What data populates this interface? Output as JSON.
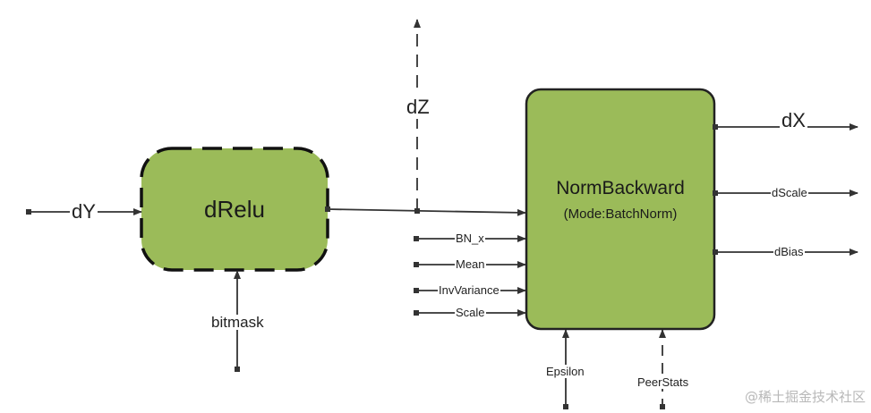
{
  "nodes": {
    "drelu": {
      "label": "dRelu"
    },
    "normbackward": {
      "title": "NormBackward",
      "subtitle": "(Mode:BatchNorm)"
    }
  },
  "edges": {
    "dy": "dY",
    "bitmask": "bitmask",
    "dz": "dZ",
    "bn_x": "BN_x",
    "mean": "Mean",
    "invvariance": "InvVariance",
    "scale": "Scale",
    "epsilon": "Epsilon",
    "peerstats": "PeerStats",
    "dx": "dX",
    "dscale": "dScale",
    "dbias": "dBias"
  },
  "watermark": "@稀土掘金技术社区",
  "colors": {
    "box_fill": "#9bbb59",
    "stroke": "#333333",
    "box_border": "#222222"
  }
}
